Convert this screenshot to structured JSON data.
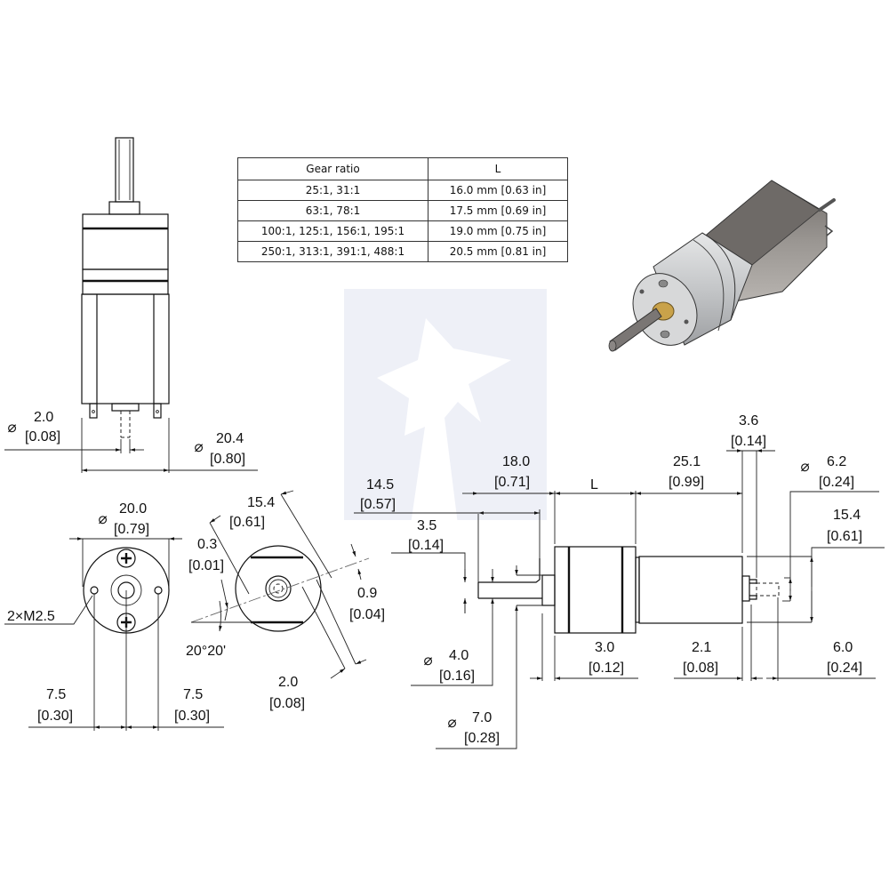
{
  "watermark": {
    "brand": "Pololu",
    "color": "#eef0f7"
  },
  "gear_table": {
    "headers": [
      "Gear ratio",
      "L"
    ],
    "rows": [
      {
        "ratio": "25:1, 31:1",
        "length": "16.0 mm [0.63 in]"
      },
      {
        "ratio": "63:1, 78:1",
        "length": "17.5 mm [0.69 in]"
      },
      {
        "ratio": "100:1, 125:1, 156:1, 195:1",
        "length": "19.0 mm [0.75 in]"
      },
      {
        "ratio": "250:1, 313:1, 391:1, 488:1",
        "length": "20.5 mm [0.81 in]"
      }
    ]
  },
  "diameter_symbol": "⌀",
  "views": {
    "top_view": {
      "dims": {
        "shaft_end_dia": {
          "mm": "2.0",
          "in": "[0.08]"
        },
        "motor_dia": {
          "mm": "20.4",
          "in": "[0.80]"
        }
      }
    },
    "front_view": {
      "dims": {
        "gearbox_dia": {
          "mm": "20.0",
          "in": "[0.79]"
        },
        "mount_holes": "2×M2.5",
        "left_offset": {
          "mm": "7.5",
          "in": "[0.30]"
        },
        "right_offset": {
          "mm": "7.5",
          "in": "[0.30]"
        }
      }
    },
    "rear_view": {
      "dims": {
        "width_across": {
          "mm": "15.4",
          "in": "[0.61]"
        },
        "small_offset": {
          "mm": "0.3",
          "in": "[0.01]"
        },
        "angle": "20°20'",
        "tab_offset": {
          "mm": "0.9",
          "in": "[0.04]"
        },
        "tab_width": {
          "mm": "2.0",
          "in": "[0.08]"
        }
      }
    },
    "side_view": {
      "dims": {
        "shaft_length": {
          "mm": "14.5",
          "in": "[0.57]"
        },
        "shaft_to_face": {
          "mm": "18.0",
          "in": "[0.71]"
        },
        "flat_length": {
          "mm": "3.5",
          "in": "[0.14]"
        },
        "gearbox_length": "L",
        "motor_length": {
          "mm": "25.1",
          "in": "[0.99]"
        },
        "end_cap": {
          "mm": "3.6",
          "in": "[0.14]"
        },
        "bushing_dia": {
          "mm": "6.2",
          "in": "[0.24]"
        },
        "motor_height": {
          "mm": "15.4",
          "in": "[0.61]"
        },
        "shaft_dia": {
          "mm": "4.0",
          "in": "[0.16]"
        },
        "boss_dia": {
          "mm": "7.0",
          "in": "[0.28]"
        },
        "boss_length": {
          "mm": "3.0",
          "in": "[0.12]"
        },
        "terminal_offset": {
          "mm": "2.1",
          "in": "[0.08]"
        },
        "terminal_length": {
          "mm": "6.0",
          "in": "[0.24]"
        }
      }
    }
  },
  "product_render": {
    "subject": "gearmotor-3d-render",
    "colors": {
      "gearbox": "#c9cbcd",
      "motor": "#8e8a86",
      "bushing": "#c9a24a",
      "shaft": "#7a7674"
    }
  }
}
